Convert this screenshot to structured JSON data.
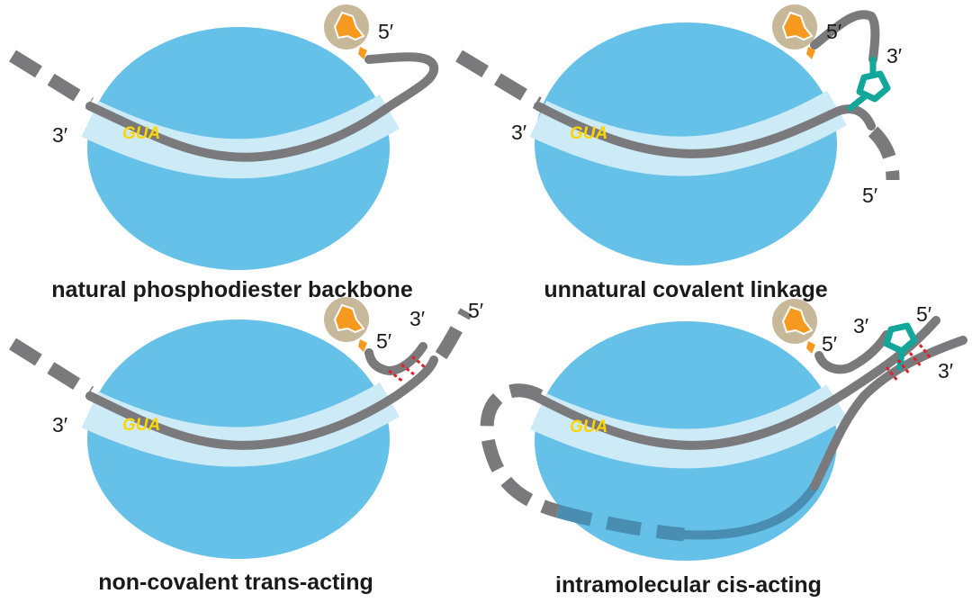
{
  "panels": [
    {
      "caption": "natural phosphodiester backbone",
      "labels": {
        "three_prime": "3′",
        "five_prime": "5′",
        "motif": "GUA"
      }
    },
    {
      "caption": "unnatural covalent linkage",
      "labels": {
        "three_prime_left": "3′",
        "five_prime_top": "5′",
        "three_prime_linker": "3′",
        "five_prime_bottom": "5′",
        "motif": "GUA"
      }
    },
    {
      "caption": "non-covalent trans-acting",
      "labels": {
        "three_prime_left": "3′",
        "five_prime_ligand": "5′",
        "three_prime_hairpin": "3′",
        "five_prime_oligo": "5′",
        "motif": "GUA"
      }
    },
    {
      "caption": "intramolecular cis-acting",
      "labels": {
        "five_prime_ligand": "5′",
        "three_prime_top": "3′",
        "five_prime_top": "5′",
        "three_prime_right": "3′",
        "motif": "GUA"
      }
    }
  ],
  "colors": {
    "ribosome": "#66c1e8",
    "groove": "#cdeaf7",
    "strand": "#7a7a7c",
    "guide_text": "#ffd400",
    "ligand_disc": "#c8b89a",
    "ligand": "#f59a1e",
    "linker": "#13a69a",
    "base_pair": "#e0202c"
  }
}
